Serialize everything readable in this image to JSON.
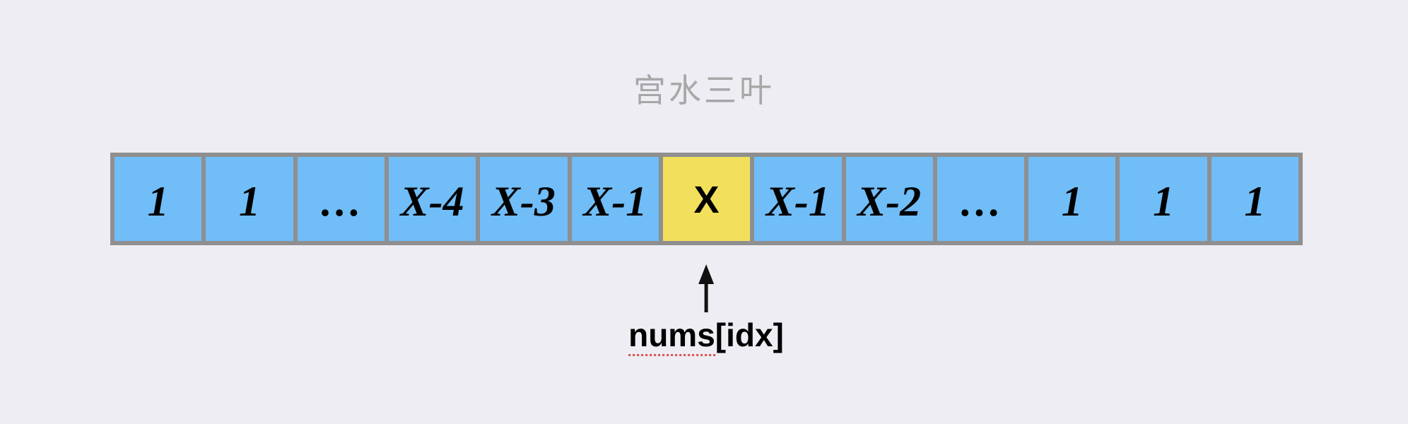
{
  "watermark": {
    "text": "宫水三叶"
  },
  "colors": {
    "background": "#EDEDF3",
    "cell_blue": "#70BDF7",
    "cell_highlight": "#F2E05C",
    "grid_border": "#8F8F8F",
    "cell_text": "#000000",
    "watermark": "#A7A7A7",
    "squiggle": "#E05050"
  },
  "array_cells": [
    {
      "value": "1",
      "highlight": false
    },
    {
      "value": "1",
      "highlight": false
    },
    {
      "value": "…",
      "highlight": false
    },
    {
      "value": "X-4",
      "highlight": false
    },
    {
      "value": "X-3",
      "highlight": false
    },
    {
      "value": "X-1",
      "highlight": false
    },
    {
      "value": "X",
      "highlight": true
    },
    {
      "value": "X-1",
      "highlight": false
    },
    {
      "value": "X-2",
      "highlight": false
    },
    {
      "value": "…",
      "highlight": false
    },
    {
      "value": "1",
      "highlight": false
    },
    {
      "value": "1",
      "highlight": false
    },
    {
      "value": "1",
      "highlight": false
    }
  ],
  "pointer": {
    "arrow_icon": "up-arrow",
    "label_name": "nums",
    "label_index": "[idx]"
  }
}
